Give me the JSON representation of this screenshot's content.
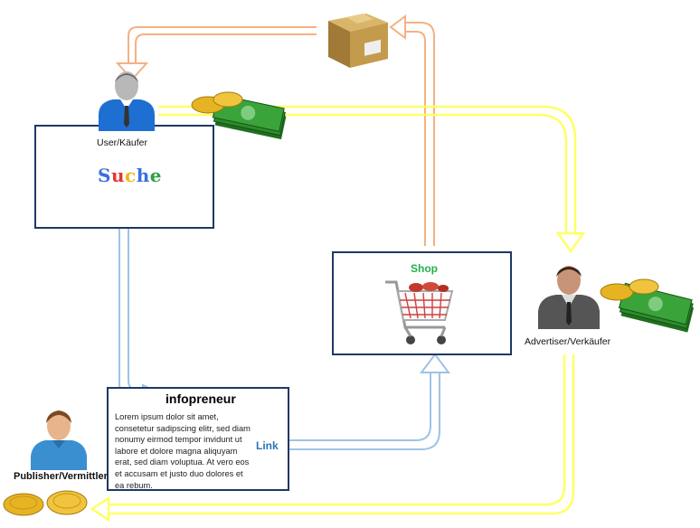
{
  "user": {
    "label": "User/Käufer"
  },
  "search": {
    "letters": [
      {
        "char": "S",
        "color": "#3b6fe0"
      },
      {
        "char": "u",
        "color": "#e23a2e"
      },
      {
        "char": "c",
        "color": "#f2b416"
      },
      {
        "char": "h",
        "color": "#3b6fe0"
      },
      {
        "char": "e",
        "color": "#2fa047"
      }
    ]
  },
  "shop": {
    "title": "Shop",
    "title_color": "#23b14d"
  },
  "advertiser": {
    "label": "Advertiser/Verkäufer"
  },
  "publisher": {
    "label": "Publisher/Vermittler"
  },
  "infopreneur": {
    "title": "infopreneur",
    "text": "Lorem ipsum dolor sit amet, consetetur sadipscing elitr, sed diam nonumy eirmod tempor invidunt ut labore et dolore magna aliquyam erat, sed diam voluptua. At vero eos et accusam et justo duo dolores et ea rebum.",
    "link_label": "Link",
    "link_color": "#2e75b6"
  },
  "colors": {
    "box_border": "#1f3864",
    "arrow_orange": "#f4b183",
    "arrow_yellow": "#ffff66",
    "arrow_blue": "#9dc3e6",
    "money_green": "#2e8b2e",
    "coin_gold": "#e6b422"
  },
  "icons": [
    "package-icon",
    "user-avatar-icon",
    "advertiser-avatar-icon",
    "publisher-avatar-icon",
    "shopping-cart-icon",
    "money-stack-icon",
    "coin-icon"
  ]
}
